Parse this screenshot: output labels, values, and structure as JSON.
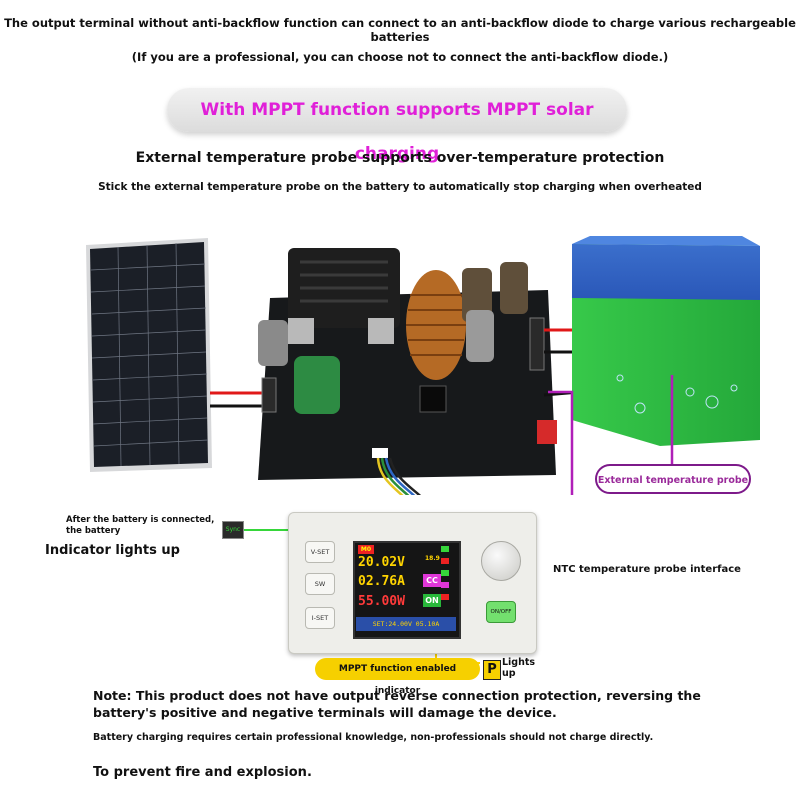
{
  "texts": {
    "top_line": "The output terminal without anti-backflow function can connect to an anti-backflow diode to charge various rechargeable batteries",
    "pro_line": "(If you are a professional, you can choose not to connect the anti-backflow diode.)",
    "mppt_banner": "With MPPT function supports MPPT solar charging",
    "probe_title": "External temperature probe supports over-temperature protection",
    "stick_line": "Stick the external temperature probe on the battery to automatically stop charging when overheated",
    "after_battery": "After the battery is connected, the battery",
    "indicator_lights": "Indicator lights up",
    "ntc_interface": "NTC temperature probe interface",
    "external_probe": "External temperature probe",
    "mppt_indicator": "MPPT function enabled indicator",
    "p_badge": "P",
    "lights_up": "Lights up",
    "note": "Note: This product does not have output reverse connection protection, reversing the battery's positive and negative terminals will damage the device.",
    "professional": "Battery charging requires certain professional knowledge, non-professionals should not charge directly.",
    "fire": "To prevent fire and explosion."
  },
  "device": {
    "buttons": {
      "vset": "V-SET",
      "sw": "SW",
      "iset": "I-SET",
      "onoff": "ON/OFF"
    },
    "screen": {
      "mode": "M0",
      "voltage": "20.02V",
      "current": "02.76A",
      "power": "55.00W",
      "temp": "18.9",
      "cc": "CC",
      "on": "ON",
      "setpoint": "SET:24.00V 05.10A"
    },
    "sync_tag": "Sync"
  },
  "colors": {
    "banner_text": "#e020d8",
    "probe_wire": "#b01fb8",
    "indicator_wire": "#36d63a",
    "pill_yellow": "#f6d000"
  }
}
